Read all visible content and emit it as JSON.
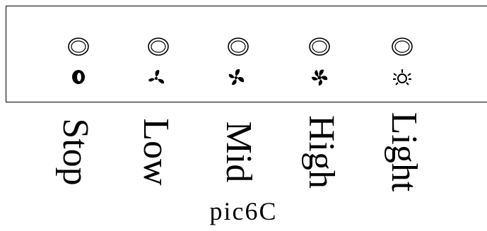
{
  "modes": [
    {
      "id": "stop",
      "label": "Stop",
      "icon": "power-off-icon"
    },
    {
      "id": "low",
      "label": "Low",
      "icon": "fan-low-icon"
    },
    {
      "id": "mid",
      "label": "Mid",
      "icon": "fan-mid-icon"
    },
    {
      "id": "high",
      "label": "High",
      "icon": "fan-high-icon"
    },
    {
      "id": "light",
      "label": "Light",
      "icon": "light-bulb-icon"
    }
  ],
  "caption": "pic6C"
}
